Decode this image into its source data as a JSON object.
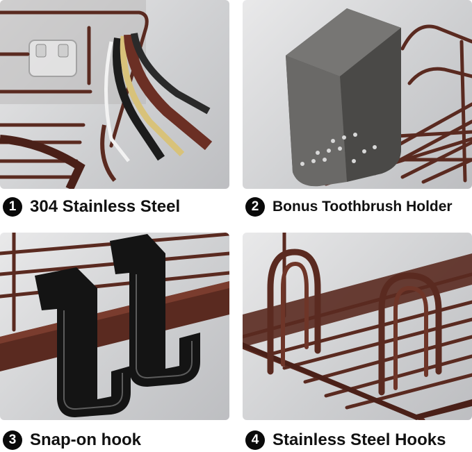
{
  "features": [
    {
      "number": "1",
      "caption": "304 Stainless Steel",
      "image": "basket-rail-finish-layers-photo"
    },
    {
      "number": "2",
      "caption": "Bonus Toothbrush Holder",
      "image": "toothbrush-cup-photo"
    },
    {
      "number": "3",
      "caption": "Snap-on hook",
      "image": "snap-on-hooks-photo"
    },
    {
      "number": "4",
      "caption": "Stainless Steel Hooks",
      "image": "stainless-steel-hooks-photo"
    }
  ],
  "colors": {
    "background": "#ffffff",
    "panel": "#d2d3d5",
    "metal_bronze": "#5a2a20",
    "hook_black": "#141414",
    "badge": "#0a0a0a"
  }
}
